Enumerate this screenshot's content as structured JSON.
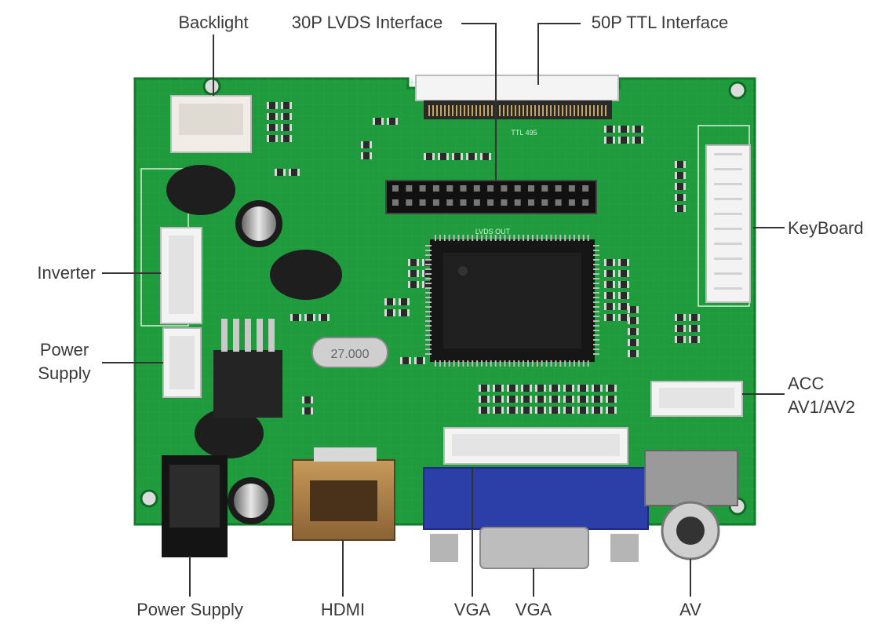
{
  "labels": {
    "backlight": "Backlight",
    "lvds": "30P LVDS Interface",
    "ttl": "50P TTL Interface",
    "keyboard": "KeyBoard",
    "inverter": "Inverter",
    "power_supply_left_1": "Power",
    "power_supply_left_2": "Supply",
    "acc_1": "ACC",
    "acc_2": "AV1/AV2",
    "power_supply_bottom": "Power Supply",
    "hdmi": "HDMI",
    "vga_1": "VGA",
    "vga_2": "VGA",
    "av": "AV"
  },
  "board_text": {
    "crystal": "27.000",
    "ttl_silk": "TTL 495",
    "lvds_silk": "LVDS OUT"
  },
  "colors": {
    "pcb": "#1f9a3c",
    "pcb_dark": "#137a2c",
    "chip": "#1c1c1c",
    "vga_blue": "#2c3ea8",
    "connector_white": "#f2f2f2",
    "leader": "#333333",
    "label_text": "#3a3a3a"
  }
}
